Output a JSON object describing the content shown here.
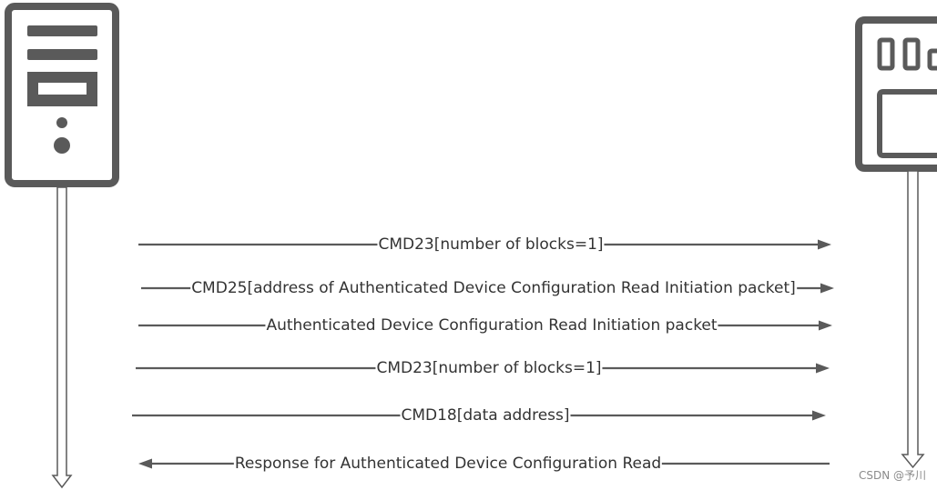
{
  "messages": [
    {
      "label": "CMD23[number of blocks=1]",
      "direction": "host-to-device"
    },
    {
      "label": "CMD25[address of Authenticated Device Configuration Read Initiation packet]",
      "direction": "host-to-device"
    },
    {
      "label": "Authenticated Device Configuration Read Initiation packet",
      "direction": "host-to-device"
    },
    {
      "label": "CMD23[number of blocks=1]",
      "direction": "host-to-device"
    },
    {
      "label": "CMD18[data address]",
      "direction": "host-to-device"
    },
    {
      "label": "Response for Authenticated Device Configuration Read",
      "direction": "device-to-host"
    }
  ],
  "watermark": "CSDN @予川",
  "icons": {
    "host": "server-tower-icon",
    "device": "storage-card-icon"
  },
  "colors": {
    "ink": "#5a5a5a",
    "text": "#333333",
    "background": "#ffffff"
  }
}
